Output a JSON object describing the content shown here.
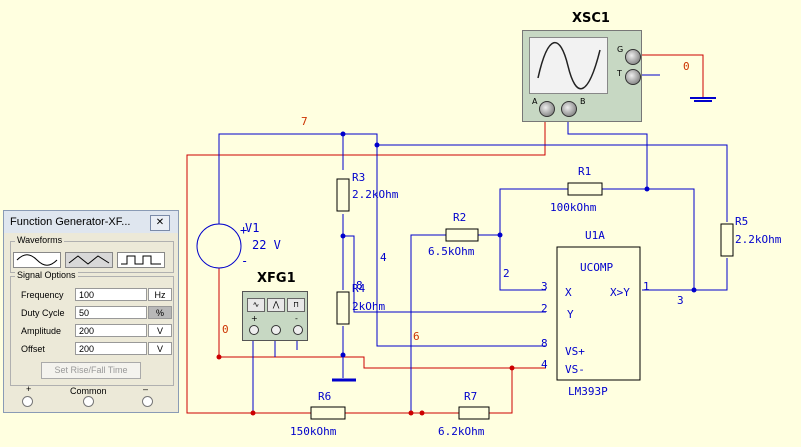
{
  "components": {
    "scope": {
      "ref": "XSC1",
      "ports": {
        "g": "G",
        "t": "T",
        "a": "A",
        "b": "B"
      }
    },
    "xfg": {
      "ref": "XFG1",
      "terms": {
        "plus": "+",
        "common": "",
        "minus": "-"
      }
    },
    "v1": {
      "ref": "V1",
      "value": "22 V",
      "plus": "+",
      "minus": "-"
    },
    "r1": {
      "ref": "R1",
      "value": "100kOhm"
    },
    "r2": {
      "ref": "R2",
      "value": "6.5kOhm"
    },
    "r3": {
      "ref": "R3",
      "value": "2.2kOhm"
    },
    "r4": {
      "ref": "R4",
      "value": "2kOhm"
    },
    "r5": {
      "ref": "R5",
      "value": "2.2kOhm"
    },
    "r6": {
      "ref": "R6",
      "value": "150kOhm"
    },
    "r7": {
      "ref": "R7",
      "value": "6.2kOhm"
    },
    "u1a": {
      "ref": "U1A",
      "type": "UCOMP",
      "part": "LM393P",
      "pins": {
        "x": "X",
        "y": "Y",
        "out": "X>Y",
        "vsp": "VS+",
        "vsm": "VS-"
      },
      "pinnums": {
        "p3": "3",
        "p2": "2",
        "p1": "1",
        "p8": "8",
        "p4": "4"
      }
    }
  },
  "nets": {
    "n0a": "0",
    "n0b": "0",
    "n7": "7",
    "n4": "4",
    "n8": "8",
    "n2": "2",
    "n3": "3",
    "n6": "6"
  },
  "fg_panel": {
    "title": "Function Generator-XF...",
    "close": "✕",
    "waveforms_label": "Waveforms",
    "signal_options_label": "Signal Options",
    "rows": [
      {
        "label": "Frequency",
        "value": "100",
        "unit": "Hz"
      },
      {
        "label": "Duty Cycle",
        "value": "50",
        "unit": "%"
      },
      {
        "label": "Amplitude",
        "value": "200",
        "unit": "V"
      },
      {
        "label": "Offset",
        "value": "200",
        "unit": "V"
      }
    ],
    "set_rise_fall": "Set Rise/Fall Time",
    "plus": "+",
    "common": "Common",
    "minus": "–"
  },
  "colors": {
    "wire_blue": "#0000cc",
    "wire_red": "#cc0000",
    "background": "#ffffe0"
  }
}
